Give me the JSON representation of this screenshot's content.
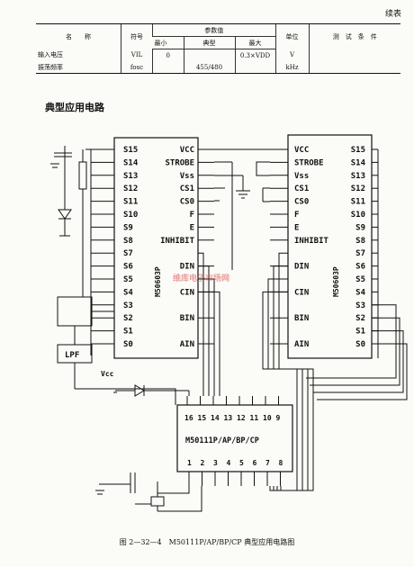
{
  "header": {
    "continued": "续表"
  },
  "table": {
    "headers": {
      "name": "名　　称",
      "symbol": "符号",
      "params": "参数值",
      "min": "最小",
      "typ": "典型",
      "max": "最大",
      "unit": "单位",
      "cond": "测　试　条　件"
    },
    "rows": [
      {
        "name": "输入电压",
        "symbol": "VIL",
        "min": "0",
        "typ": "",
        "max": "0.3×VDD",
        "unit": "V",
        "cond": ""
      },
      {
        "name": "振荡频率",
        "symbol": "fosc",
        "min": "",
        "typ": "455/480",
        "max": "",
        "unit": "kHz",
        "cond": ""
      }
    ]
  },
  "section_title": "典型应用电路",
  "left_chip": {
    "part": "M50603P",
    "left_pins": [
      "S15",
      "S14",
      "S13",
      "S12",
      "S11",
      "S10",
      "S9",
      "S8",
      "S7",
      "S6",
      "S5",
      "S4",
      "S3",
      "S2",
      "S1",
      "S0"
    ],
    "right_pins": [
      "VCC",
      "STROBE",
      "Vss",
      "CS1",
      "CS0",
      "F",
      "E",
      "INHIBIT",
      "DIN",
      "CIN",
      "BIN",
      "AIN"
    ]
  },
  "right_chip": {
    "part": "M50603P",
    "left_pins": [
      "VCC",
      "STROBE",
      "Vss",
      "CS1",
      "CS0",
      "F",
      "E",
      "INHIBIT",
      "DIN",
      "CIN",
      "BIN",
      "AIN"
    ],
    "right_pins": [
      "S15",
      "S14",
      "S13",
      "S12",
      "S11",
      "S10",
      "S9",
      "S8",
      "S7",
      "S6",
      "S5",
      "S4",
      "S3",
      "S2",
      "S1",
      "S0"
    ]
  },
  "bottom_chip": {
    "part": "M50111P/AP/BP/CP",
    "top_pins": [
      "16",
      "15",
      "14",
      "13",
      "12",
      "11",
      "10",
      "9"
    ],
    "bottom_pins": [
      "1",
      "2",
      "3",
      "4",
      "5",
      "6",
      "7",
      "8"
    ]
  },
  "labels": {
    "lpf": "LPF",
    "vcc": "Vcc"
  },
  "watermark": "维库电子市场网",
  "caption": "图 2—32—4　M50111P/AP/BP/CP 典型应用电路图"
}
